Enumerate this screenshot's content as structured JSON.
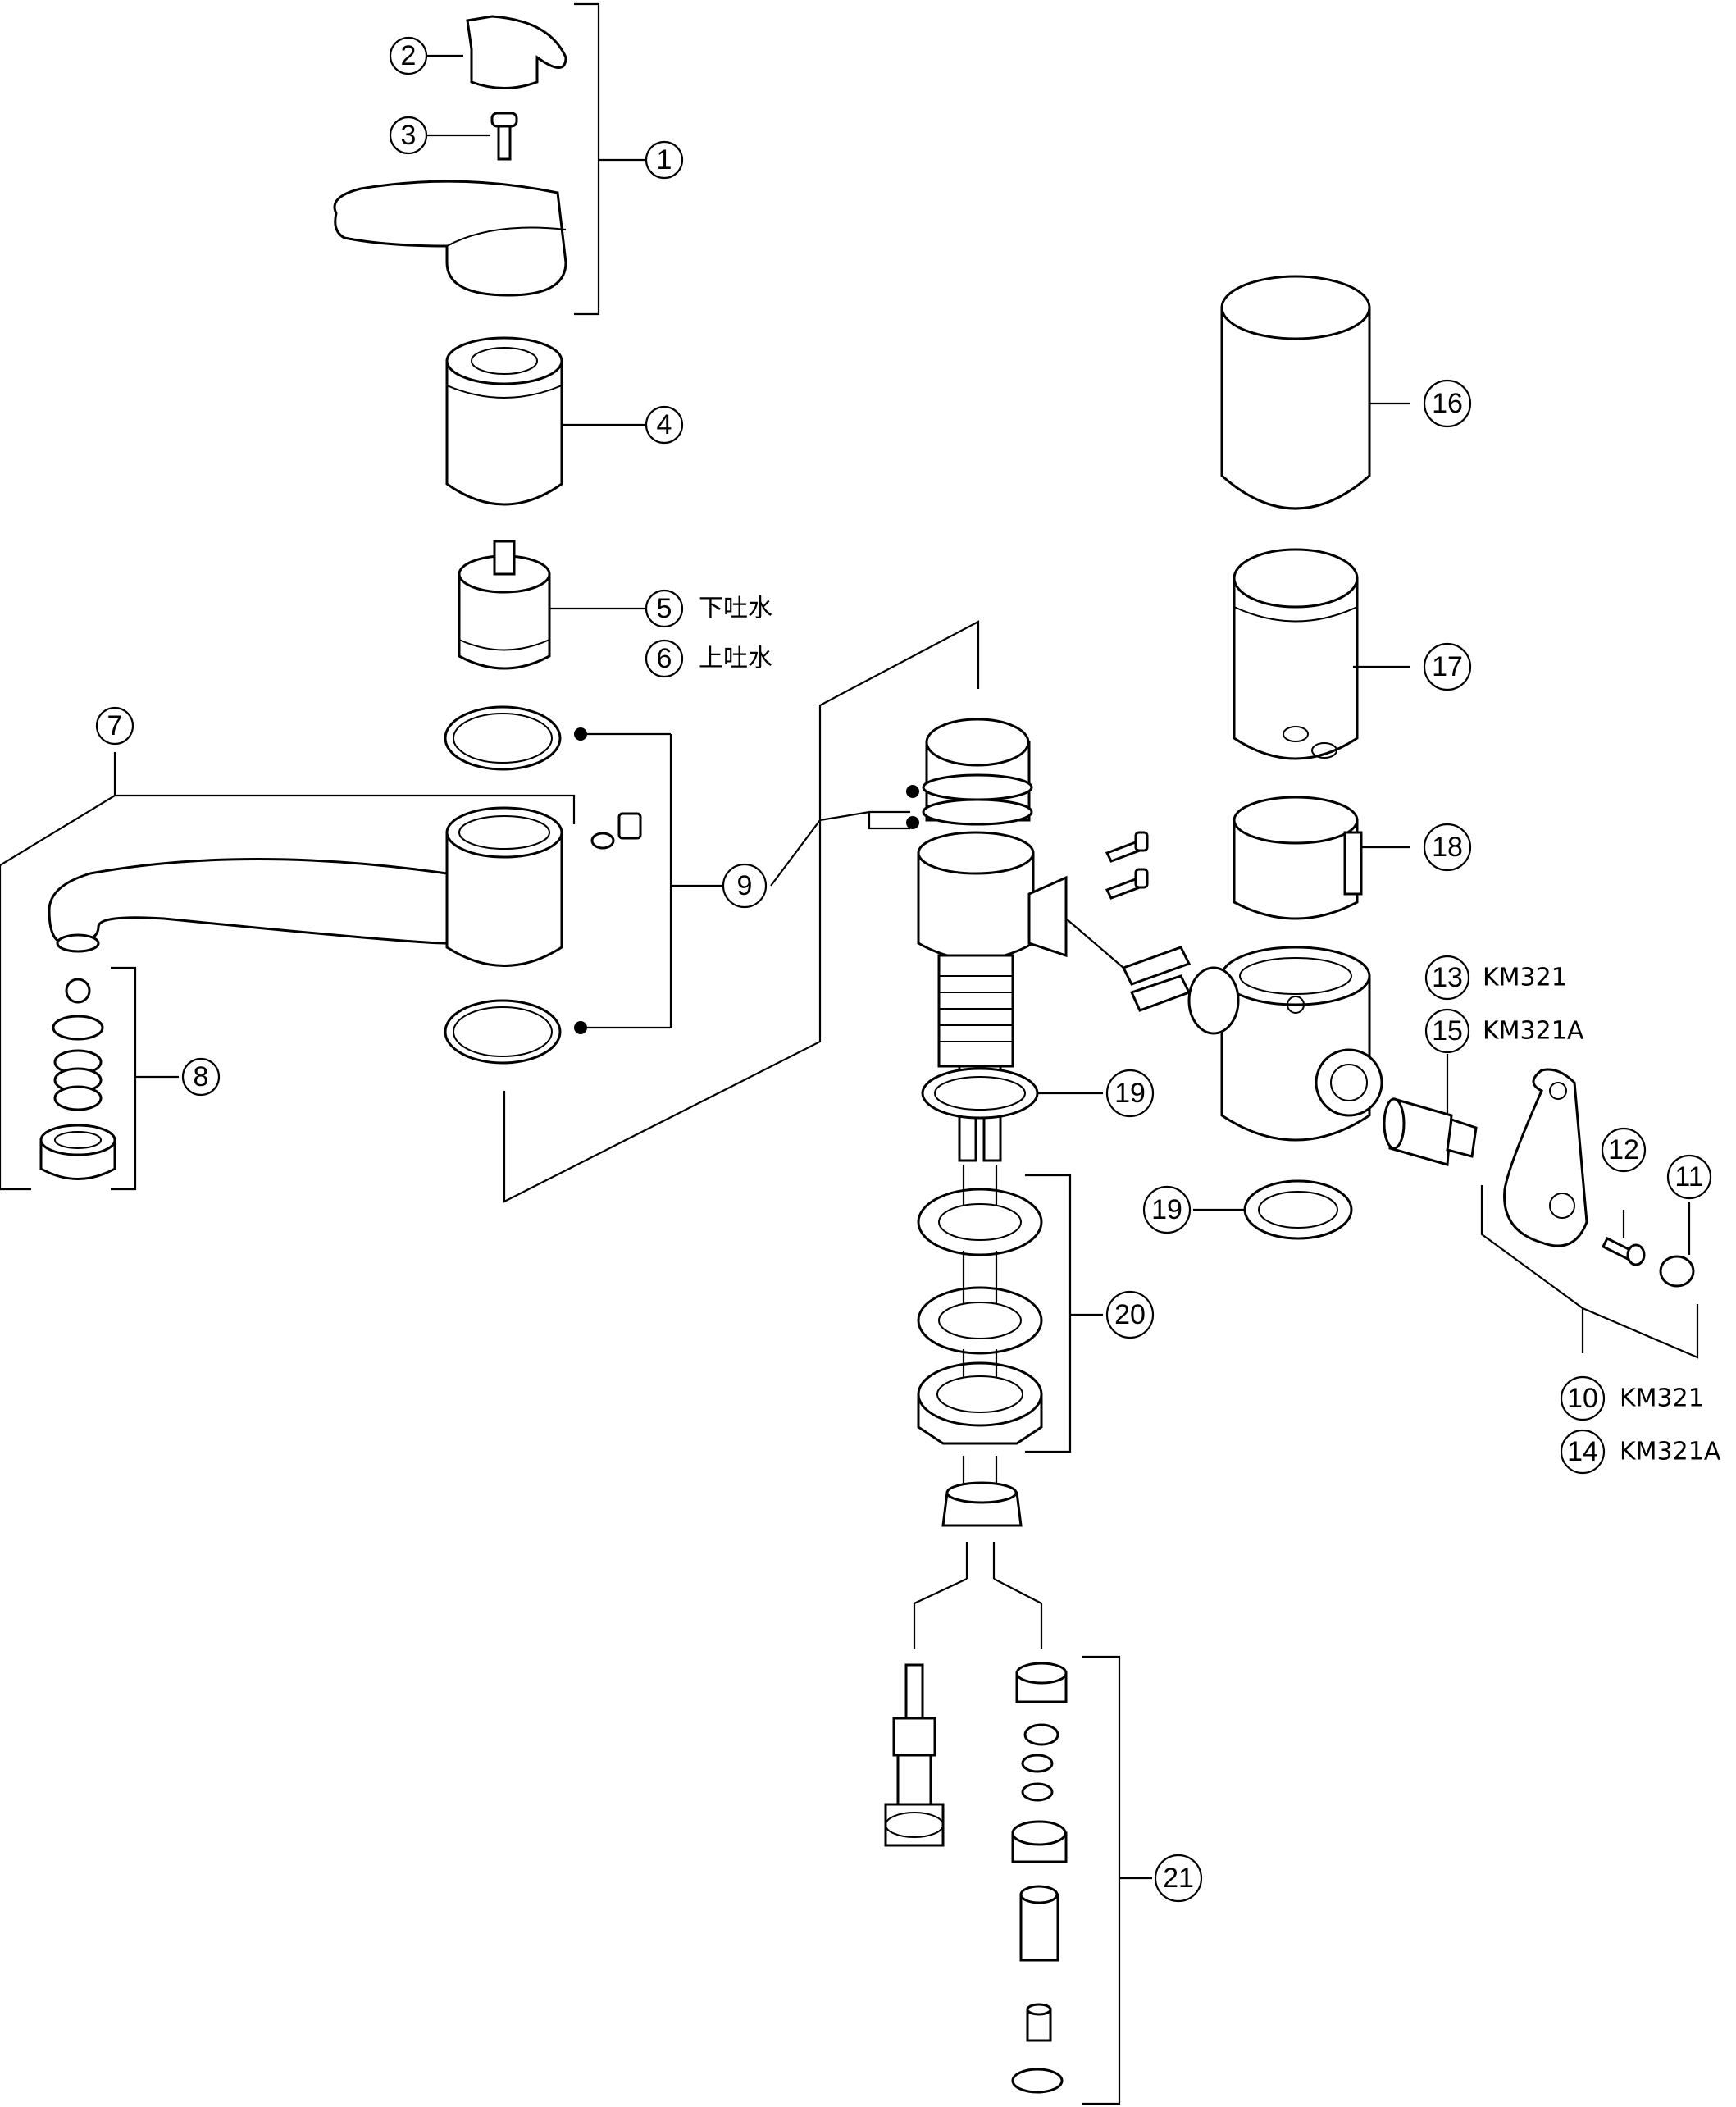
{
  "callouts": [
    {
      "num": "1"
    },
    {
      "num": "2"
    },
    {
      "num": "3"
    },
    {
      "num": "4"
    },
    {
      "num": "5",
      "label": "下吐水"
    },
    {
      "num": "6",
      "label": "上吐水"
    },
    {
      "num": "7"
    },
    {
      "num": "8"
    },
    {
      "num": "9"
    },
    {
      "num": "10",
      "label": "KM321"
    },
    {
      "num": "11"
    },
    {
      "num": "12"
    },
    {
      "num": "13",
      "label": "KM321"
    },
    {
      "num": "14",
      "label": "KM321A"
    },
    {
      "num": "15",
      "label": "KM321A"
    },
    {
      "num": "16"
    },
    {
      "num": "17"
    },
    {
      "num": "18"
    },
    {
      "num": "19"
    },
    {
      "num": "19"
    },
    {
      "num": "20"
    },
    {
      "num": "21"
    }
  ]
}
